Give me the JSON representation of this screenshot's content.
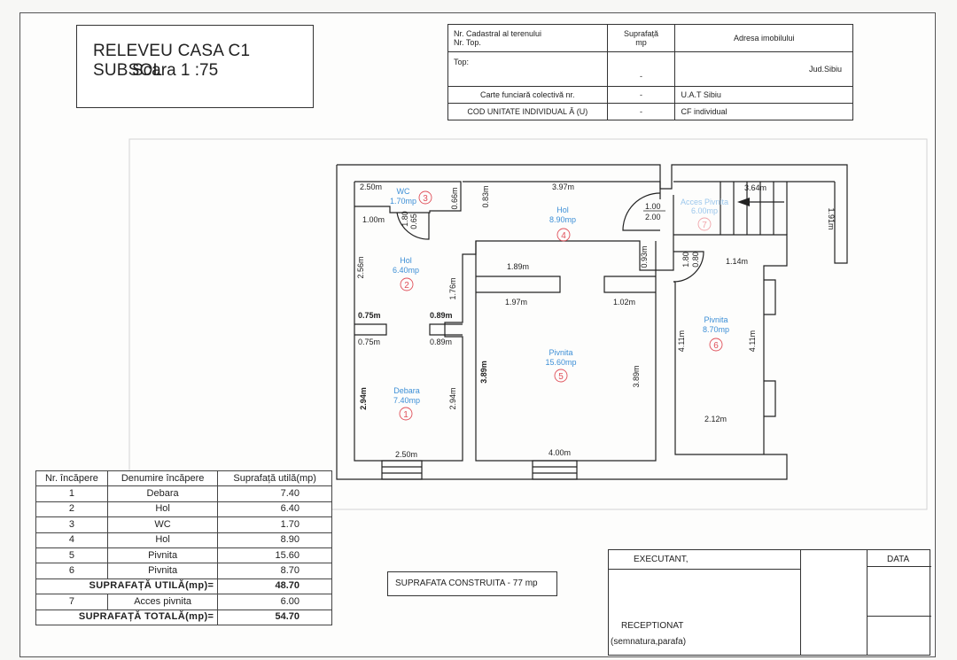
{
  "title": {
    "line1": "RELEVEU CASA C1 SUBSOL",
    "line2": "Scara   1 :75"
  },
  "info": {
    "h_cadastral": "Nr. Cadastral al terenului",
    "h_top": "Nr. Top.",
    "h_surface": "Suprafață",
    "h_surface_unit": "mp",
    "h_address": "Adresa imobilului",
    "top_label": "Top:",
    "top_value": "-",
    "address_value": "Jud.Sibiu",
    "cf_label": "Carte funciară colectivă nr.",
    "cf_value": "-",
    "uat": "U.A.T   Sibiu",
    "cod_label": "COD UNITATE INDIVIDUAL Ă (U)",
    "cod_value": "-",
    "cf_individual": "CF individual"
  },
  "plan": {
    "rooms": [
      {
        "name": "Debara",
        "area": "7.40mp",
        "num": "1"
      },
      {
        "name": "Hol",
        "area": "6.40mp",
        "num": "2"
      },
      {
        "name": "WC",
        "area": "1.70mp",
        "num": "3"
      },
      {
        "name": "Hol",
        "area": "8.90mp",
        "num": "4"
      },
      {
        "name": "Pivnita",
        "area": "15.60mp",
        "num": "5"
      },
      {
        "name": "Pivnita",
        "area": "8.70mp",
        "num": "6"
      },
      {
        "name": "Acces Pivnita",
        "area": "6.00mp",
        "num": "7"
      }
    ],
    "dims": {
      "d250_top": "2.50m",
      "d066": "0.66m",
      "d083": "0.83m",
      "d397": "3.97m",
      "d364": "3.64m",
      "d065": "0.65",
      "d180_wc": "1.80",
      "d100": "1.00m",
      "d100_door": "1.00",
      "d200": "2.00",
      "d191": "1.91m",
      "d256": "2.56m",
      "d176": "1.76m",
      "d189": "1.89m",
      "d093": "0.93m",
      "d080": "0.80",
      "d180_acc": "1.80",
      "d114": "1.14m",
      "d075a": "0.75m",
      "d089a": "0.89m",
      "d075b": "0.75m",
      "d089b": "0.89m",
      "d197": "1.97m",
      "d102": "1.02m",
      "d411a": "4.11m",
      "d411b": "4.11m",
      "d294a": "2.94m",
      "d294b": "2.94m",
      "d389a": "3.89m",
      "d389b": "3.89m",
      "d212": "2.12m",
      "d250_bot": "2.50m",
      "d400": "4.00m"
    }
  },
  "rooms_table": {
    "headers": [
      "Nr. încăpere",
      "Denumire încăpere",
      "Suprafață utilă(mp)"
    ],
    "rows": [
      [
        "1",
        "Debara",
        "7.40"
      ],
      [
        "2",
        "Hol",
        "6.40"
      ],
      [
        "3",
        "WC",
        "1.70"
      ],
      [
        "4",
        "Hol",
        "8.90"
      ],
      [
        "5",
        "Pivnita",
        "15.60"
      ],
      [
        "6",
        "Pivnita",
        "8.70"
      ]
    ],
    "util_label": "SUPRAFAȚĂ UTILĂ(mp)=",
    "util_value": "48.70",
    "row7": [
      "7",
      "Acces pivnita",
      "6.00"
    ],
    "total_label": "SUPRAFAȚĂ TOTALĂ(mp)=",
    "total_value": "54.70"
  },
  "construita": "SUPRAFATA CONSTRUITA - 77 mp",
  "signature": {
    "executant": "EXECUTANT,",
    "data": "DATA",
    "receptionat": "RECEPTIONAT",
    "semnatura": "(semnatura,parafa)"
  },
  "colors": {
    "room_label": "#3d8fd6",
    "room_number": "#e0505a",
    "wall": "#222222"
  }
}
